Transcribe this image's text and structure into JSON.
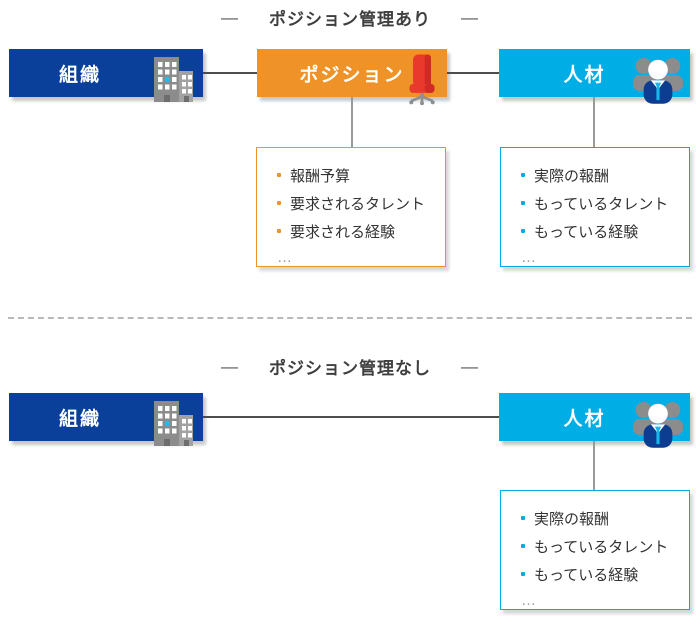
{
  "colors": {
    "navy": "#0a4099",
    "orange": "#ef9227",
    "cyan": "#00ade5",
    "title_text": "#3f3f3f",
    "list_text": "#333333",
    "connector_horizontal": "#4d4d4d",
    "connector_vertical": "#9a9a9a"
  },
  "section_with": {
    "dash_left": "—",
    "title": "ポジション管理あり",
    "dash_right": "—",
    "org": {
      "label": "組織"
    },
    "position": {
      "label": "ポジション"
    },
    "talent": {
      "label": "人材"
    },
    "position_attrs": {
      "items": [
        "報酬予算",
        "要求されるタレント",
        "要求される経験"
      ],
      "more": "…"
    },
    "talent_attrs": {
      "items": [
        "実際の報酬",
        "もっているタレント",
        "もっている経験"
      ],
      "more": "…"
    }
  },
  "section_without": {
    "dash_left": "—",
    "title": "ポジション管理なし",
    "dash_right": "—",
    "org": {
      "label": "組織"
    },
    "talent": {
      "label": "人材"
    },
    "talent_attrs": {
      "items": [
        "実際の報酬",
        "もっているタレント",
        "もっている経験"
      ],
      "more": "…"
    }
  }
}
